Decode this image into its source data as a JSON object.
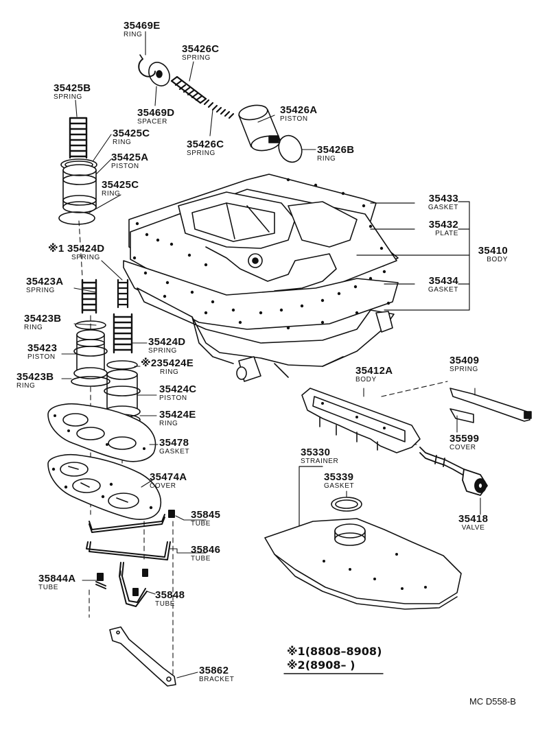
{
  "parts": {
    "p35469E": {
      "num": "35469E",
      "name": "RING"
    },
    "p35426C_top": {
      "num": "35426C",
      "name": "SPRING"
    },
    "p35425B": {
      "num": "35425B",
      "name": "SPRING"
    },
    "p35425C_top": {
      "num": "35425C",
      "name": "RING"
    },
    "p35469D": {
      "num": "35469D",
      "name": "SPACER"
    },
    "p35426A": {
      "num": "35426A",
      "name": "PISTON"
    },
    "p35425A": {
      "num": "35425A",
      "name": "PISTON"
    },
    "p35426C_low": {
      "num": "35426C",
      "name": "SPRING"
    },
    "p35426B": {
      "num": "35426B",
      "name": "RING"
    },
    "p35425C_low": {
      "num": "35425C",
      "name": "RING"
    },
    "p35433": {
      "num": "35433",
      "name": "GASKET"
    },
    "p35432": {
      "num": "35432",
      "name": "PLATE"
    },
    "p35410": {
      "num": "35410",
      "name": "BODY"
    },
    "p35424D_top": {
      "num": "35424D",
      "name": "SPRING",
      "mark": "※1"
    },
    "p35423A": {
      "num": "35423A",
      "name": "SPRING"
    },
    "p35434": {
      "num": "35434",
      "name": "GASKET"
    },
    "p35423B_top": {
      "num": "35423B",
      "name": "RING"
    },
    "p35424D_low": {
      "num": "35424D",
      "name": "SPRING"
    },
    "p35423": {
      "num": "35423",
      "name": "PISTON"
    },
    "p35424E_top": {
      "num": "35424E",
      "name": "RING",
      "mark": "※2"
    },
    "p35423B_low": {
      "num": "35423B",
      "name": "RING"
    },
    "p35424C": {
      "num": "35424C",
      "name": "PISTON"
    },
    "p35412A": {
      "num": "35412A",
      "name": "BODY"
    },
    "p35409": {
      "num": "35409",
      "name": "SPRING"
    },
    "p35424E_low": {
      "num": "35424E",
      "name": "RING"
    },
    "p35478": {
      "num": "35478",
      "name": "GASKET"
    },
    "p35599": {
      "num": "35599",
      "name": "COVER"
    },
    "p35330": {
      "num": "35330",
      "name": "STRAINER"
    },
    "p35339": {
      "num": "35339",
      "name": "GASKET"
    },
    "p35474A": {
      "num": "35474A",
      "name": "COVER"
    },
    "p35418": {
      "num": "35418",
      "name": "VALVE"
    },
    "p35845": {
      "num": "35845",
      "name": "TUBE"
    },
    "p35846": {
      "num": "35846",
      "name": "TUBE"
    },
    "p35844A": {
      "num": "35844A",
      "name": "TUBE"
    },
    "p35848": {
      "num": "35848",
      "name": "TUBE"
    },
    "p35862": {
      "num": "35862",
      "name": "BRACKET"
    }
  },
  "notes": {
    "note1": "※1(8808–8908)",
    "note2": "※2(8908–        )"
  },
  "ref": "MC  D558-B"
}
